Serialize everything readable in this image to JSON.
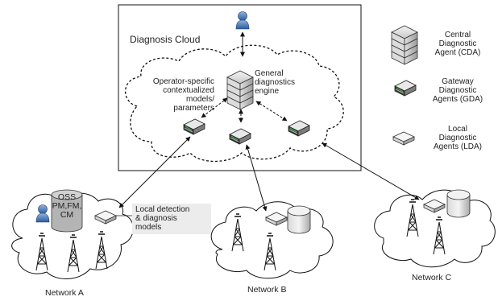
{
  "cloud": {
    "title": "Diagnosis Cloud",
    "engine_label": [
      "General",
      "diagnostics",
      "engine"
    ],
    "operator_label": [
      "Operator-specific",
      "contextualized",
      "models/",
      "parameters"
    ]
  },
  "legend": {
    "cda": [
      "Central",
      "Diagnostic",
      "Agent (CDA)"
    ],
    "gda": [
      "Gateway",
      "Diagnostic",
      "Agents (GDA)"
    ],
    "lda": [
      "Local",
      "Diagnostic",
      "Agents (LDA)"
    ]
  },
  "network_a": {
    "oss_db": [
      "OSS",
      "PM,FM,",
      "CM"
    ],
    "local_label": [
      "Local detection",
      "& diagnosis",
      "models"
    ],
    "name": "Network",
    "letter": "A"
  },
  "network_b": {
    "name": "Network",
    "letter": "B"
  },
  "network_c": {
    "name": "Network",
    "letter": "C"
  }
}
